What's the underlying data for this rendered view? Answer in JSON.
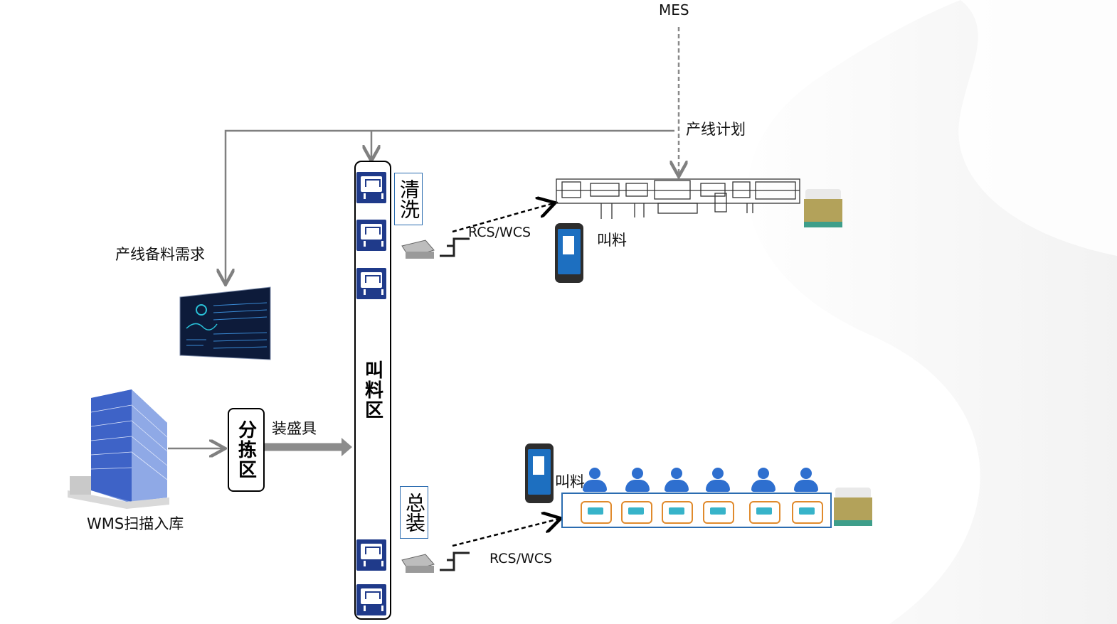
{
  "labels": {
    "mes": "MES",
    "plan": "产线计划",
    "prep_demand": "产线备料需求",
    "rcs_top": "RCS/WCS",
    "rcs_bottom": "RCS/WCS",
    "call_top": "叫料",
    "call_bottom": "叫料",
    "fixture": "装盛具",
    "wms": "WMS扫描入库",
    "sort_area": "分拣区",
    "call_area": "叫料区",
    "clean": "清洗",
    "assembly": "总装"
  },
  "icons": {
    "warehouse": "automated-warehouse-icon",
    "dashboard": "dashboard-screen-icon",
    "station": "workstation-icon",
    "agv": "agv-forklift-icon",
    "phone": "mobile-phone-icon",
    "line": "production-line-icon",
    "pallet": "pallet-icon",
    "worker": "worker-icon",
    "bin": "material-bin-icon"
  },
  "colors": {
    "accent": "#1f3a8a",
    "worker": "#2e6fcf",
    "tag_border": "#2b6cb0",
    "arrow": "#808080"
  }
}
